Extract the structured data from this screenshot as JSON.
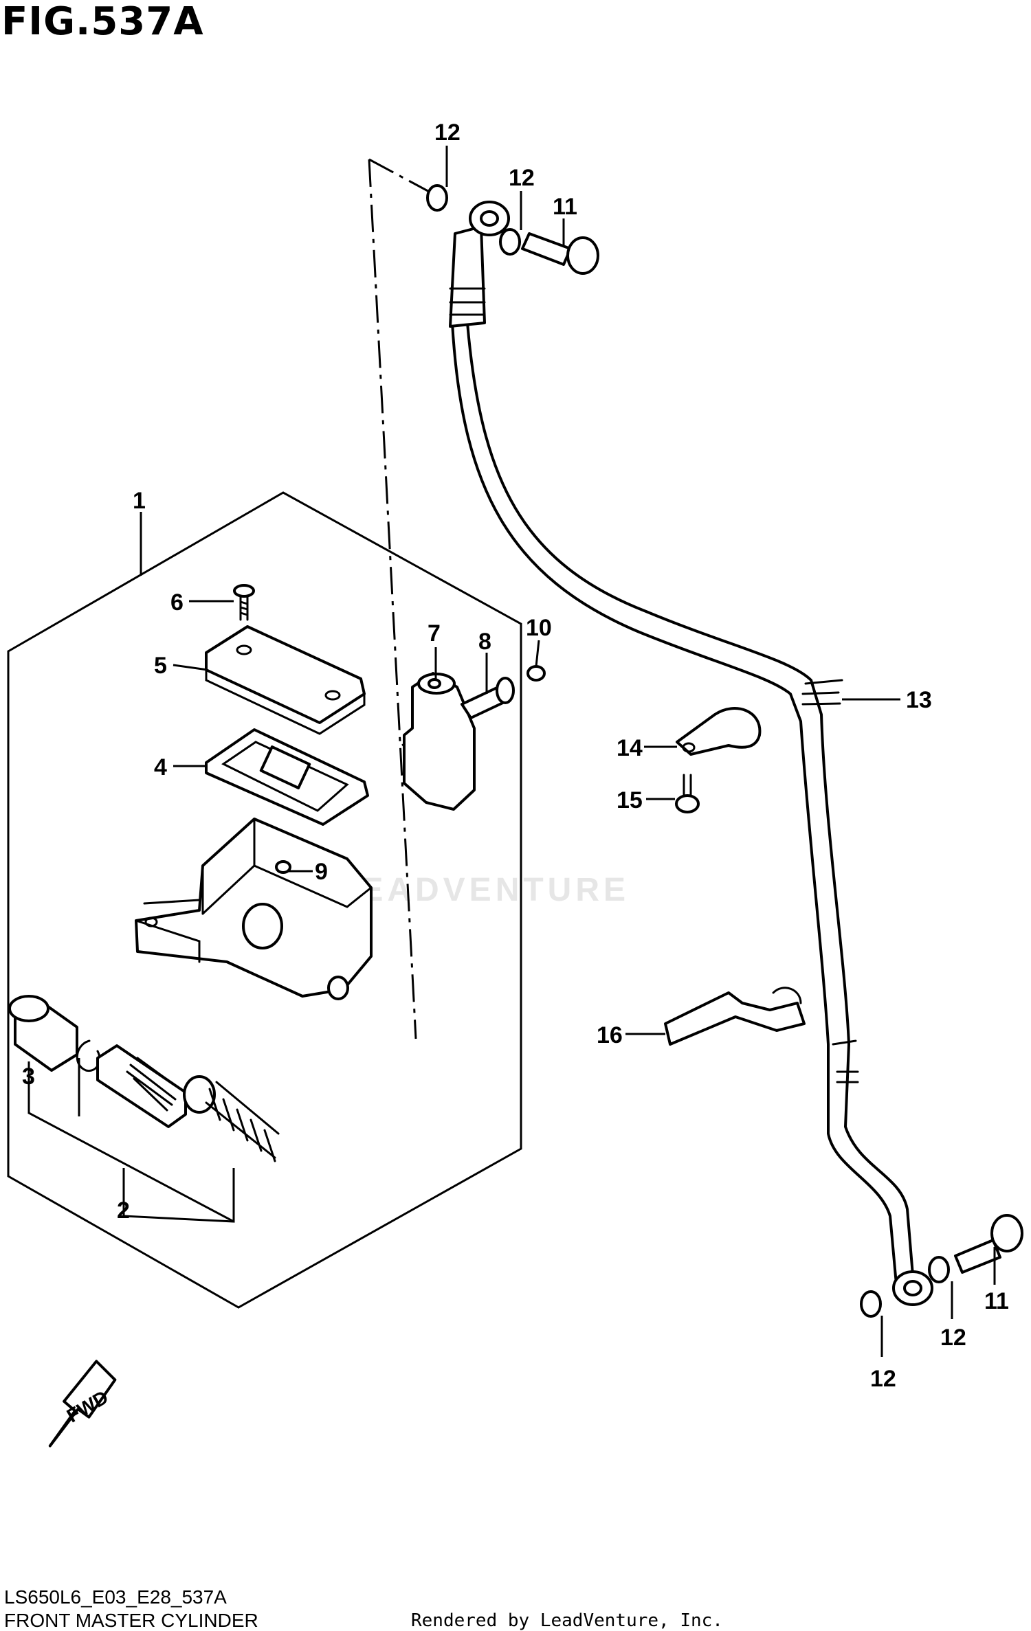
{
  "figure": {
    "title": "FIG.537A",
    "watermark": "LEADVENTURE",
    "fwd_label": "FWD"
  },
  "callouts": [
    {
      "id": "c1",
      "label": "1"
    },
    {
      "id": "c2",
      "label": "2"
    },
    {
      "id": "c3",
      "label": "3"
    },
    {
      "id": "c4",
      "label": "4"
    },
    {
      "id": "c5",
      "label": "5"
    },
    {
      "id": "c6",
      "label": "6"
    },
    {
      "id": "c7",
      "label": "7"
    },
    {
      "id": "c8",
      "label": "8"
    },
    {
      "id": "c9",
      "label": "9"
    },
    {
      "id": "c10",
      "label": "10"
    },
    {
      "id": "c11a",
      "label": "11"
    },
    {
      "id": "c11b",
      "label": "11"
    },
    {
      "id": "c12a",
      "label": "12"
    },
    {
      "id": "c12b",
      "label": "12"
    },
    {
      "id": "c12c",
      "label": "12"
    },
    {
      "id": "c12d",
      "label": "12"
    },
    {
      "id": "c13",
      "label": "13"
    },
    {
      "id": "c14",
      "label": "14"
    },
    {
      "id": "c15",
      "label": "15"
    },
    {
      "id": "c16",
      "label": "16"
    }
  ],
  "footer": {
    "code": "LS650L6_E03_E28_537A",
    "name": "FRONT MASTER CYLINDER",
    "rendered_by": "Rendered by LeadVenture, Inc."
  }
}
